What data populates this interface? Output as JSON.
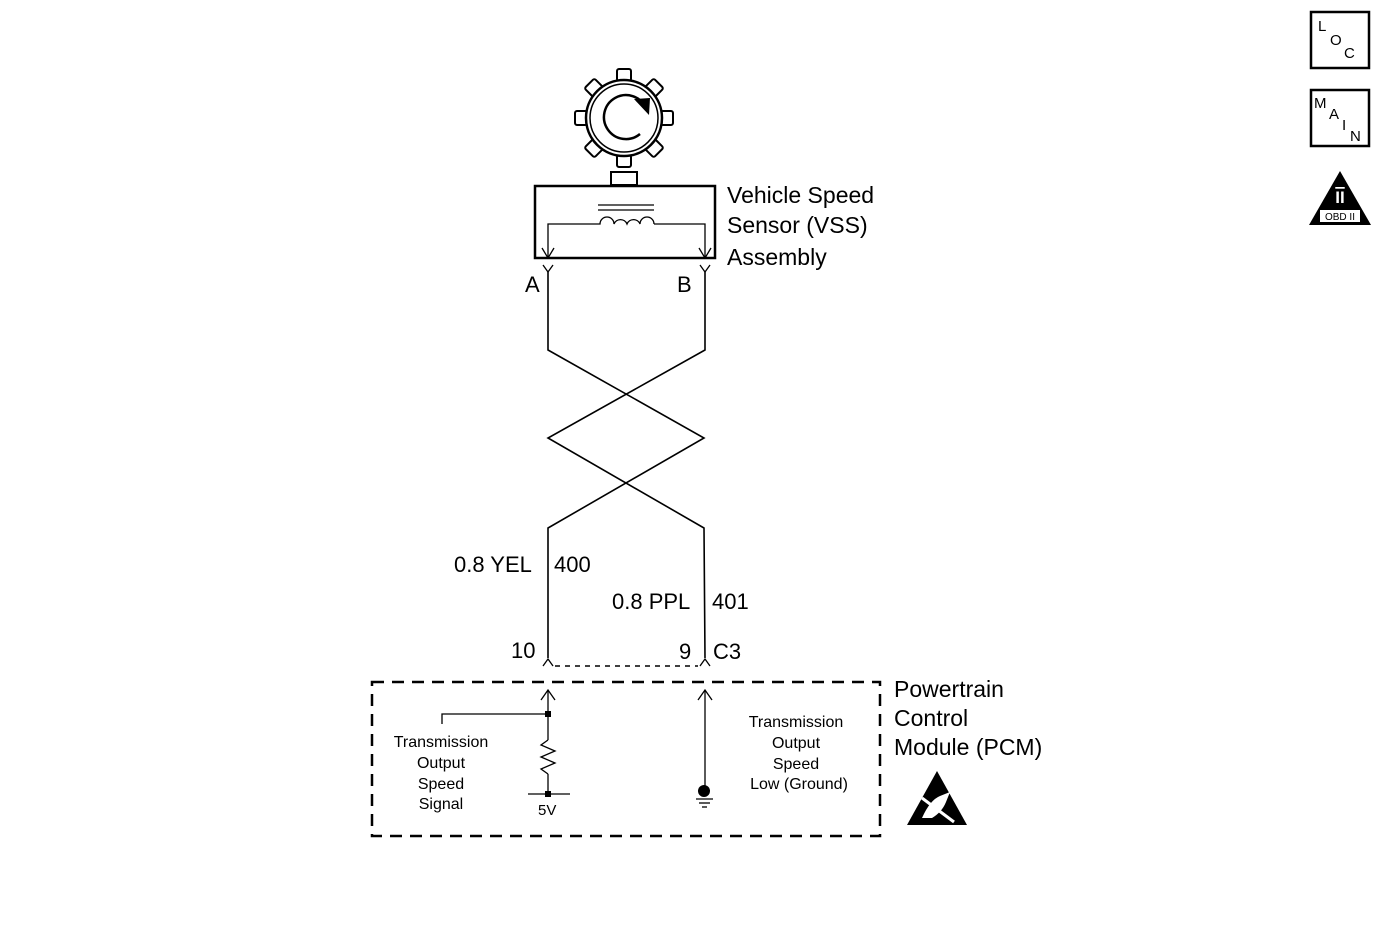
{
  "sensor": {
    "name_line1": "Vehicle Speed",
    "name_line2": "Sensor (VSS)",
    "name_line3": "Assembly",
    "pin_a": "A",
    "pin_b": "B"
  },
  "wires": {
    "left": {
      "size_color": "0.8 YEL",
      "circuit": "400",
      "pcm_pin": "10"
    },
    "right": {
      "size_color": "0.8 PPL",
      "circuit": "401",
      "pcm_pin": "9",
      "connector": "C3"
    }
  },
  "pcm": {
    "name_line1": "Powertrain",
    "name_line2": "Control",
    "name_line3": "Module (PCM)",
    "signal_label": [
      "Transmission",
      "Output",
      "Speed",
      "Signal"
    ],
    "voltage": "5V",
    "low_label": [
      "Transmission",
      "Output",
      "Speed",
      "Low (Ground)"
    ]
  },
  "icons": {
    "loc": {
      "l": "L",
      "o": "O",
      "c": "C"
    },
    "main": {
      "m": "M",
      "a": "A",
      "i": "I",
      "n": "N"
    },
    "obd": {
      "numeral": "II",
      "label": "OBD II"
    },
    "esd": "esd-warning-icon",
    "rotor": "reluctor-wheel-icon"
  }
}
